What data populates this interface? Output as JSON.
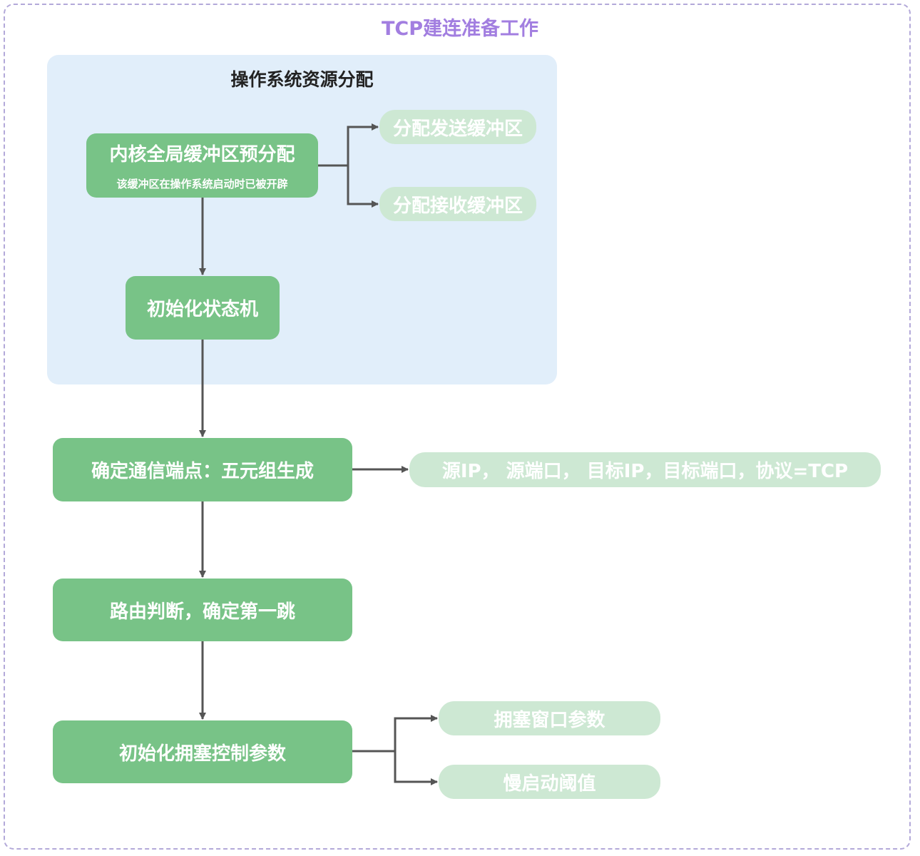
{
  "title": "TCP建连准备工作",
  "group": {
    "title": "操作系统资源分配"
  },
  "nodes": {
    "kernel_buffer": {
      "label": "内核全局缓冲区预分配",
      "sub": "该缓冲区在操作系统启动时已被开辟"
    },
    "init_fsm": {
      "label": "初始化状态机"
    },
    "endpoint": {
      "label": "确定通信端点：五元组生成"
    },
    "route": {
      "label": "路由判断，确定第一跳"
    },
    "congestion": {
      "label": "初始化拥塞控制参数"
    }
  },
  "leaves": {
    "send_buffer": "分配发送缓冲区",
    "recv_buffer": "分配接收缓冲区",
    "five_tuple": "源IP， 源端口， 目标IP，目标端口，协议=TCP",
    "cwnd": "拥塞窗口参数",
    "ssthresh": "慢启动阈值"
  },
  "colors": {
    "node": "#78c387",
    "leaf": "#cde8d3",
    "group": "#e1eefa",
    "title": "#a27ee0",
    "edge": "#555555",
    "frame": "#b3a9d9"
  }
}
